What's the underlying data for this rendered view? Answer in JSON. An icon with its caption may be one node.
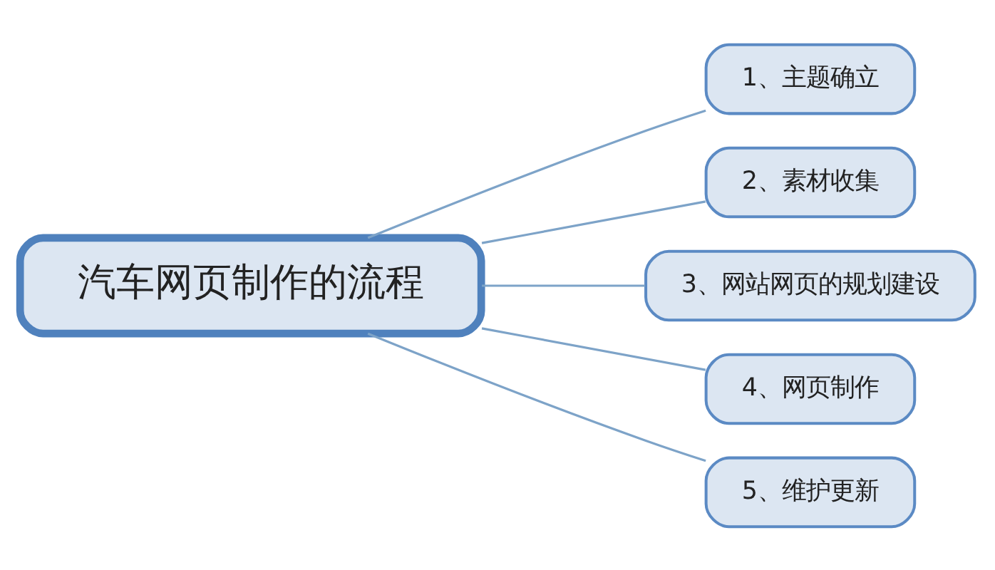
{
  "diagram": {
    "nodes": [
      {
        "text": [
          "汽车网页制作的流程"
        ]
      },
      {
        "text": [
          "1、主题确立"
        ]
      },
      {
        "text": [
          "2、素材收集"
        ]
      },
      {
        "text": [
          "3、网站网页的规划建设"
        ]
      },
      {
        "text": [
          "4、网页制作"
        ]
      },
      {
        "text": [
          "5、维护更新"
        ]
      }
    ],
    "edges": [
      {
        "from": 0,
        "to": 1,
        "arrow": "none"
      },
      {
        "from": 0,
        "to": 2,
        "arrow": "none"
      },
      {
        "from": 0,
        "to": 3,
        "arrow": "none"
      },
      {
        "from": 0,
        "to": 4,
        "arrow": "none"
      },
      {
        "from": 0,
        "to": 5,
        "arrow": "none"
      }
    ]
  }
}
